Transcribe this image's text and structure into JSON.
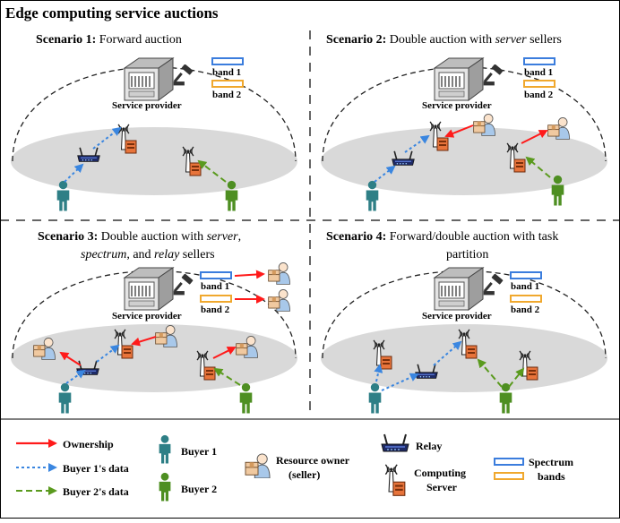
{
  "title": "Edge computing service auctions",
  "scenarios": [
    {
      "label": "Scenario 1:",
      "desc": "Forward auction"
    },
    {
      "label": "Scenario 2:",
      "desc_pre": "Double auction with ",
      "desc_em": "server",
      "desc_post": " sellers"
    },
    {
      "label": "Scenario 3:",
      "line1_pre": "Double auction with ",
      "line1_em": "server",
      "line1_post": ",",
      "line2_em1": "spectrum",
      "line2_mid": ", and ",
      "line2_em2": "relay",
      "line2_post": " sellers"
    },
    {
      "label": "Scenario 4:",
      "line1": "Forward/double auction with task",
      "line2": "partition"
    }
  ],
  "service_provider_label": "Service provider",
  "band1": "band 1",
  "band2": "band 2",
  "legend": {
    "ownership": "Ownership",
    "buyer1_data": "Buyer 1's data",
    "buyer2_data": "Buyer 2's data",
    "buyer1": "Buyer 1",
    "buyer2": "Buyer 2",
    "resource_owner_line1": "Resource owner",
    "resource_owner_line2": "(seller)",
    "relay": "Relay",
    "computing_line1": "Computing",
    "computing_line2": "Server",
    "spectrum_line1": "Spectrum",
    "spectrum_line2": "bands"
  },
  "colors": {
    "ownership": "#ff1a1a",
    "buyer1_data": "#3a86e0",
    "buyer2_data": "#5a9a1e",
    "buyer1": "#2e7f86",
    "buyer2": "#4e8f22",
    "band1": "#3b7ddd",
    "band2": "#f0a82e",
    "ground": "#d9d9d9"
  }
}
